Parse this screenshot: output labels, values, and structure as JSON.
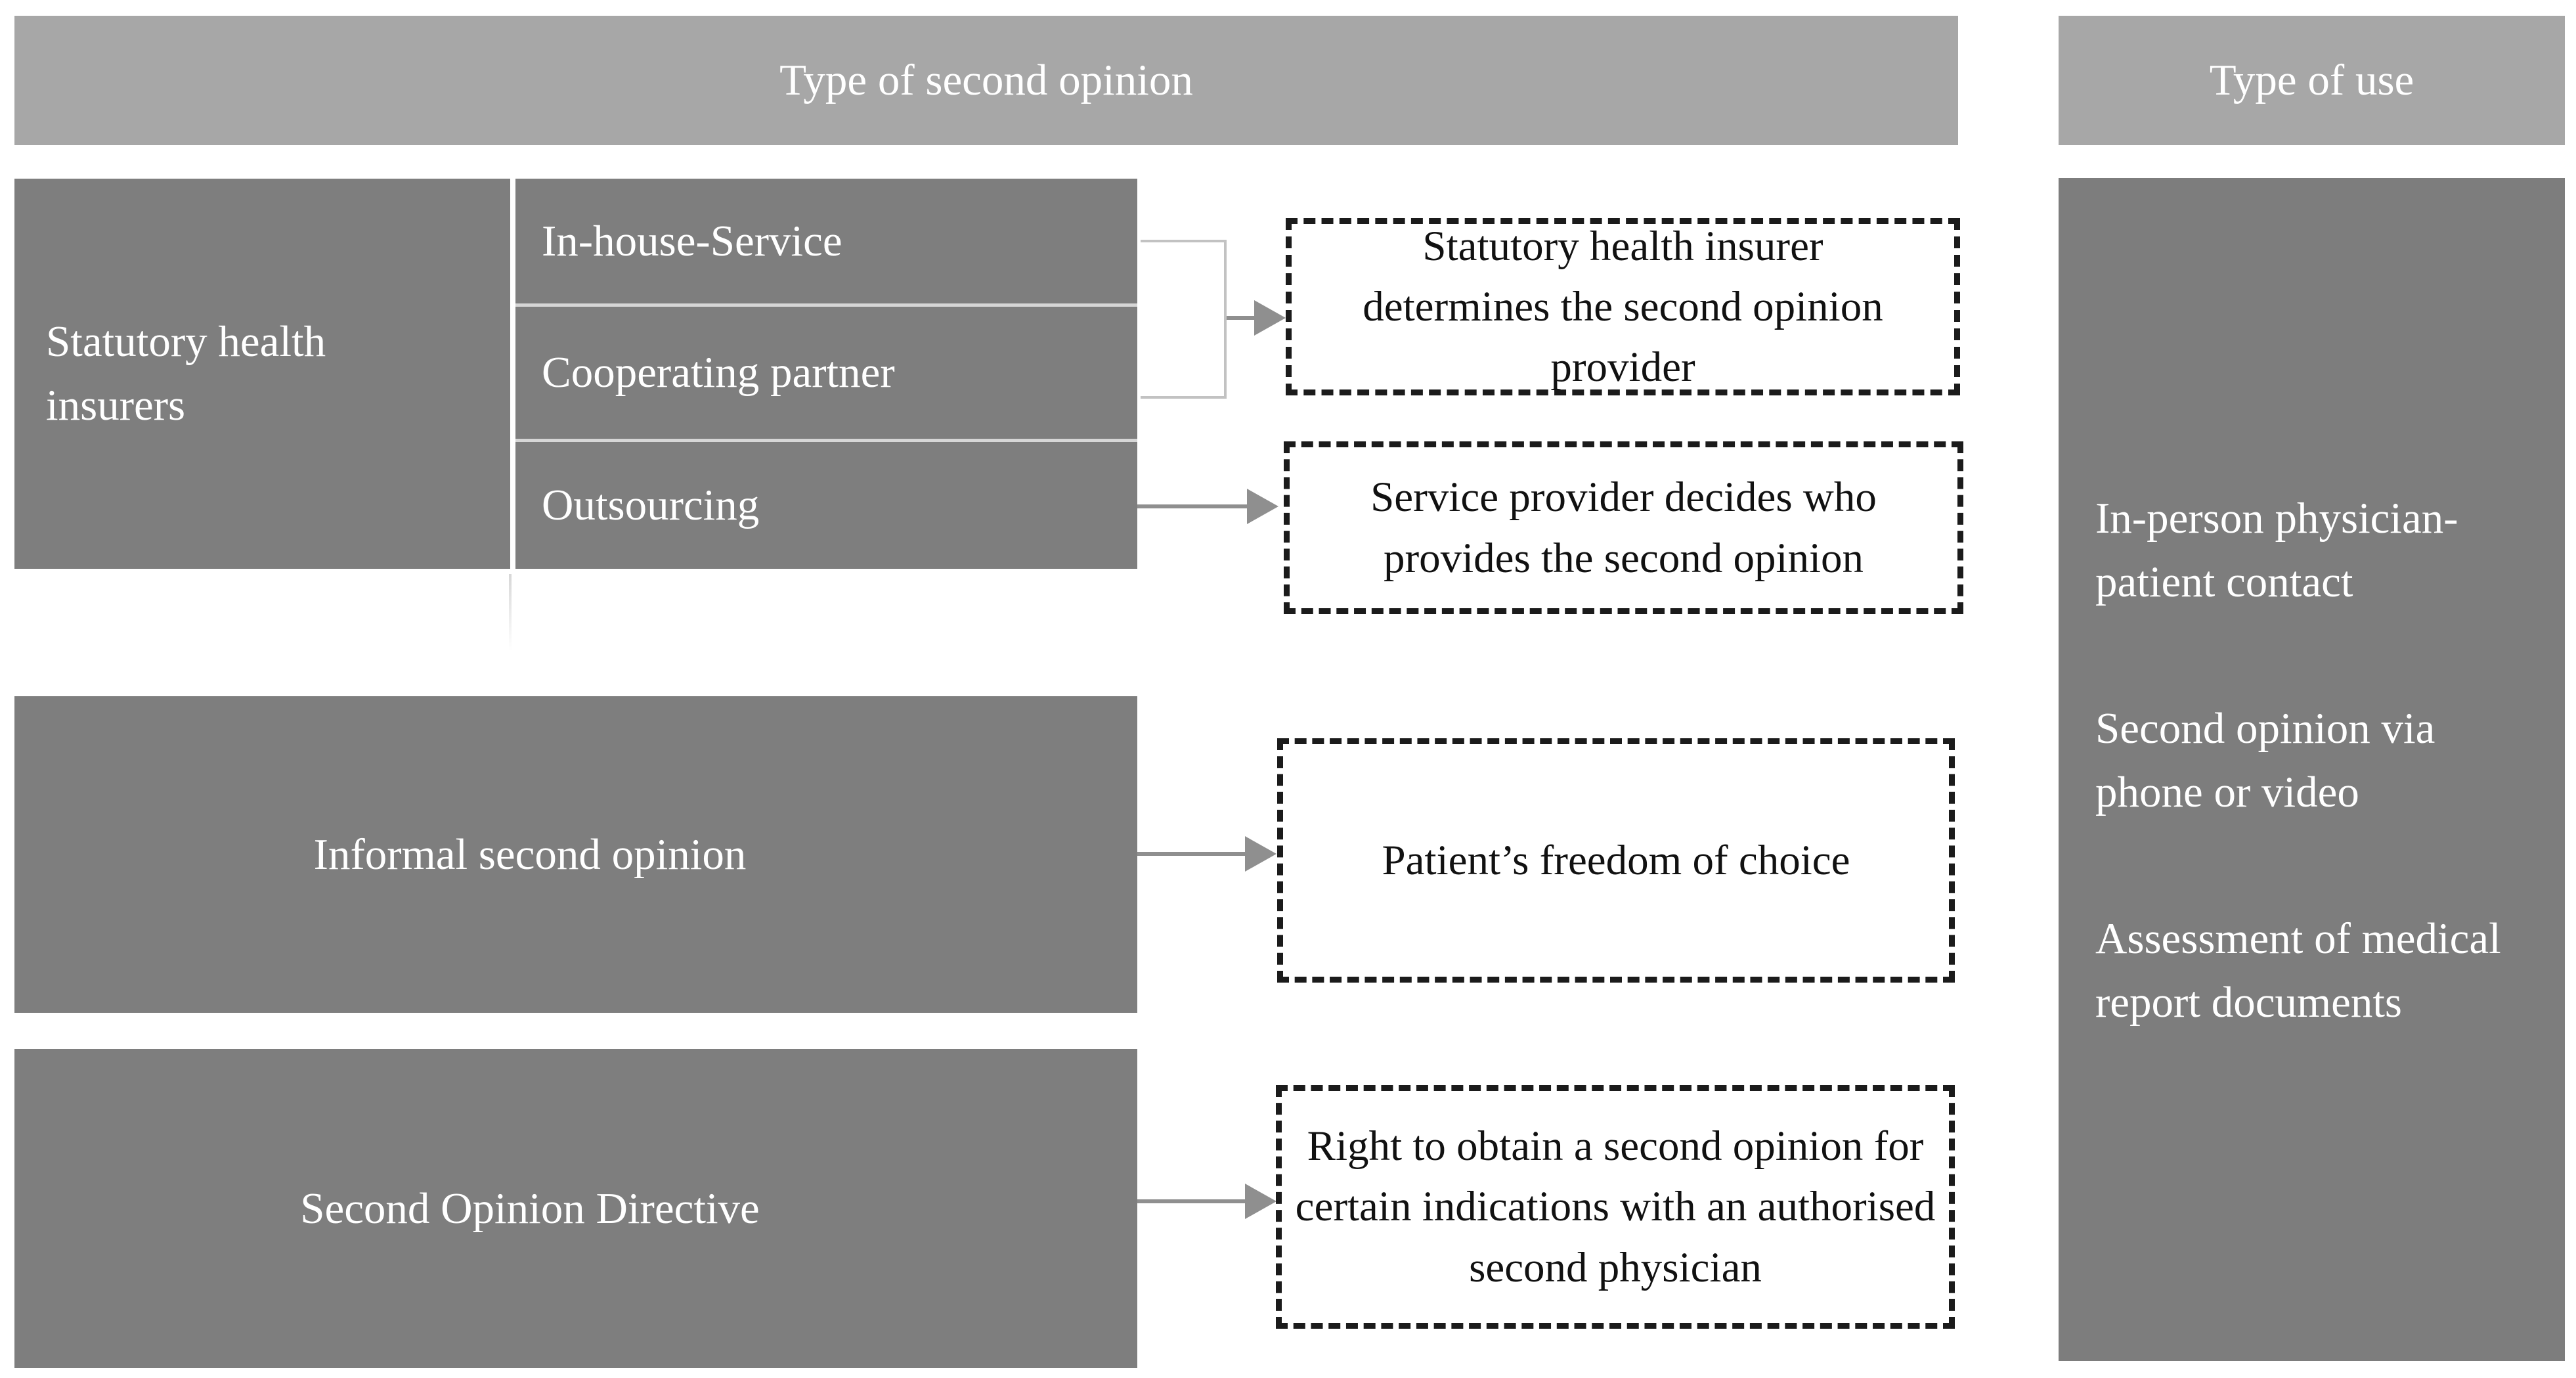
{
  "headers": {
    "left": "Type of second opinion",
    "right": "Type of use"
  },
  "left_column": {
    "statutory": {
      "label": "Statutory health insurers",
      "children": [
        "In-house-Service",
        "Cooperating partner",
        "Outsourcing"
      ]
    },
    "informal": {
      "label": "Informal second opinion"
    },
    "directive": {
      "label": "Second Opinion Directive"
    }
  },
  "outcomes": {
    "insurer_determines": "Statutory health insurer determines the second opinion provider",
    "provider_decides": "Service provider decides who provides the second opinion",
    "freedom_of_choice": "Patient’s freedom of choice",
    "right_to_obtain": "Right to obtain a second opinion for certain indications with an authorised second physician"
  },
  "type_of_use_items": [
    "In-person physician-patient contact",
    "Second opinion via phone or video",
    "Assessment of medical report documents"
  ],
  "colors": {
    "header_gray": "#a7a7a7",
    "box_gray": "#7e7e7e",
    "divider_light": "#d6d6d6",
    "arrow_gray": "#8f8f8f",
    "bracket_gray": "#c2c2c2",
    "dashed_border": "#1b1b1b",
    "text_on_gray": "#ffffff",
    "text_on_white": "#111111"
  }
}
